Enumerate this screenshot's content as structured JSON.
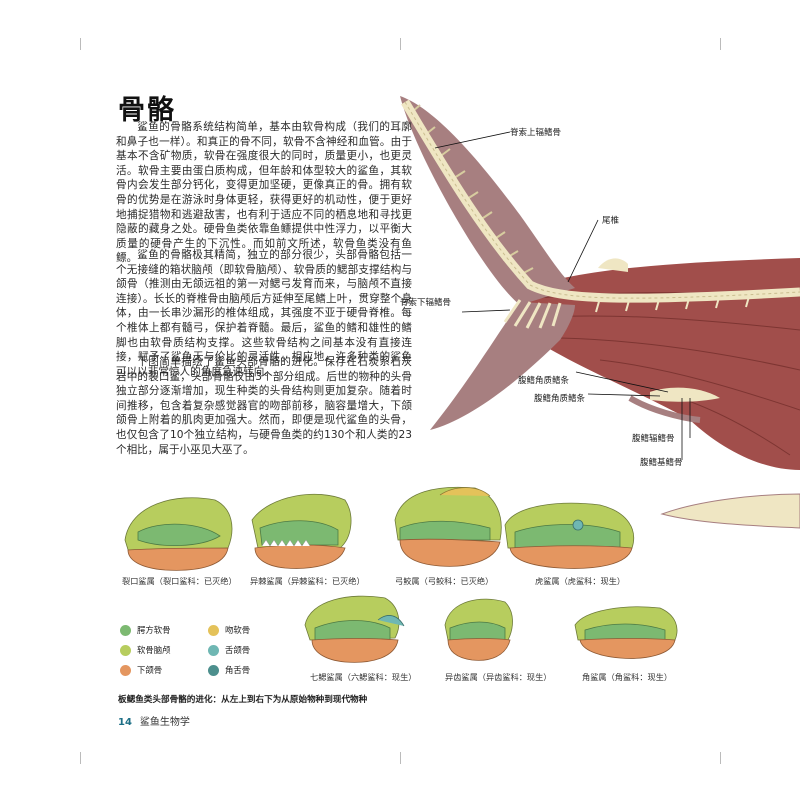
{
  "heading": "骨骼",
  "paragraphs": [
    "鲨鱼的骨骼系统结构简单，基本由软骨构成（我们的耳廓和鼻子也一样）。和真正的骨不同，软骨不含神经和血管。由于基本不含矿物质，软骨在强度很大的同时，质量更小，也更灵活。软骨主要由蛋白质构成，但年龄和体型较大的鲨鱼，其软骨内会发生部分钙化，变得更加坚硬，更像真正的骨。拥有软骨的优势是在游泳时身体更轻，获得更好的机动性，便于更好地捕捉猎物和逃避敌害，也有利于适应不同的栖息地和寻找更隐蔽的藏身之处。硬骨鱼类依靠鱼鳔提供中性浮力，以平衡大质量的硬骨产生的下沉性。而如前文所述，软骨鱼类没有鱼鳔。",
    "鲨鱼的骨骼极其精简，独立的部分很少，头部骨骼包括一个无接缝的箱状脑颅（即软骨脑颅）、软骨质的鳃部支撑结构与颌骨（推测由无颌远祖的第一对鳃弓发育而来，与脑颅不直接连接）。长长的脊椎骨由脑颅后方延伸至尾鳍上叶，贯穿整个身体，由一长串沙漏形的椎体组成，其强度不亚于硬骨脊椎。每个椎体上都有髓弓，保护着脊髓。最后，鲨鱼的鳍和雄性的鳍脚也由软骨质结构支撑。这些软骨结构之间基本没有直接连接，赋予了鲨鱼无与伦比的灵活性。相应地，许多种类的鲨鱼可以以非常惊人的角度急速转向。",
    "下图简单描绘了鲨鱼头部骨骼的进化。保存在石炭系石灰岩中的裂口鲨，头部骨骼仅由3个部分组成。后世的物种的头骨独立部分逐渐增加，现生种类的头骨结构则更加复杂。随着时间推移，包含着复杂感觉器官的吻部前移，脑容量增大，下颌颌骨上附着的肌肉更加强大。然而，即便是现代鲨鱼的头骨，也仅包含了10个独立结构，与硬骨鱼类的约130个和人类的23个相比，属于小巫见大巫了。"
  ],
  "tail_labels": {
    "dorsal_radial": "脊索上辐鳍骨",
    "caudal_vertebra": "尾椎",
    "ventral_radial": "脊索下辐鳍骨",
    "pelvic_radials": "腹鳍角质鳍条",
    "pelvic_cartilage": "腹鳍角质鳍条",
    "pelvic_basal": "腹鳍辐鳍骨",
    "pelvic_girdle": "腹鳍基鳍骨"
  },
  "skulls": [
    {
      "caption": "裂口鲨属（裂口鲨科：已灭绝）"
    },
    {
      "caption": "异棘鲨属（异棘鲨科：已灭绝）"
    },
    {
      "caption": "弓鲛属（弓鲛科：已灭绝）"
    },
    {
      "caption": "虎鲨属（虎鲨科：现生）"
    },
    {
      "caption": "七鳃鲨属（六鳃鲨科：现生）"
    },
    {
      "caption": "异齿鲨属（异齿鲨科：现生）"
    },
    {
      "caption": "角鲨属（角鲨科：现生）"
    }
  ],
  "legend": [
    {
      "label": "腭方软骨",
      "color": "#7cb971"
    },
    {
      "label": "吻软骨",
      "color": "#e4c25a"
    },
    {
      "label": "软骨脑颅",
      "color": "#b7cd5e"
    },
    {
      "label": "舌颌骨",
      "color": "#6fb7b3"
    },
    {
      "label": "下颌骨",
      "color": "#e49660"
    },
    {
      "label": "角舌骨",
      "color": "#4c8f8d"
    }
  ],
  "figure_caption": "板鳃鱼类头部骨骼的进化：从左上到右下为从原始物种到现代物种",
  "footer": {
    "page_number": "14",
    "book_title": "鲨鱼生物学"
  },
  "colors": {
    "fin": "#a77f80",
    "muscle": "#a14e4b",
    "cartilage": "#efe6c3",
    "skull_green": "#b7cd5e",
    "jaw_orange": "#e49660",
    "palatoquadrate": "#7cb971"
  }
}
